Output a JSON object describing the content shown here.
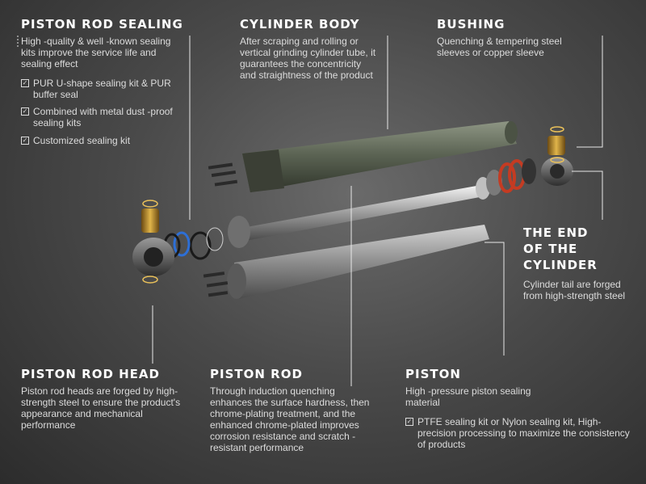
{
  "rod_sealing": {
    "title": "PISTON ROD SEALING",
    "desc": "High -quality & well -known sealing kits improve the service life and sealing effect",
    "items": [
      "PUR U-shape sealing kit & PUR buffer seal",
      "Combined with metal dust -proof sealing kits",
      "Customized sealing kit"
    ]
  },
  "cylinder_body": {
    "title": "CYLINDER BODY",
    "desc": "After scraping and rolling or vertical grinding cylinder tube, it guarantees the concentricity and straightness of the product"
  },
  "bushing": {
    "title": "BUSHING",
    "desc": "Quenching & tempering steel sleeves or copper sleeve"
  },
  "cylinder_end": {
    "title_line1": "THE END",
    "title_line2": "OF THE",
    "title_line3": "CYLINDER",
    "desc": "Cylinder tail are forged from high-strength steel"
  },
  "rod_head": {
    "title": "PISTON ROD HEAD",
    "desc": "Piston rod heads are forged by high-strength steel to ensure the product's appearance and mechanical performance"
  },
  "piston_rod": {
    "title": "PISTON ROD",
    "desc": "Through induction quenching enhances the surface hardness, then chrome-plating treatment, and the enhanced chrome-plated improves corrosion resistance and scratch -resistant performance"
  },
  "piston": {
    "title": "PISTON",
    "desc": "High -pressure piston sealing material",
    "items": [
      "PTFE sealing kit or Nylon sealing kit, High-precision processing to maximize the consistency of products"
    ]
  }
}
